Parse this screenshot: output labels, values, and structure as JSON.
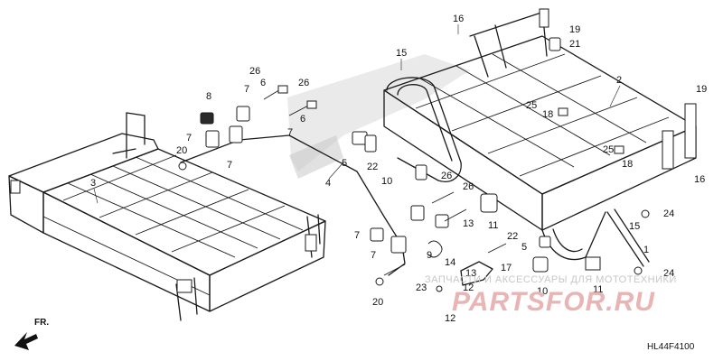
{
  "diagram": {
    "reference_code": "HL44F4100",
    "direction_label": "FR.",
    "watermark": {
      "top_text": "ЗАПЧАСТИ И АКСЕССУАРЫ ДЛЯ МОТОТЕХНИКИ",
      "logo_text": "PARTSFOR.RU",
      "color": "#e8b4b4"
    },
    "callouts": [
      {
        "id": "c16a",
        "label": "16"
      },
      {
        "id": "c19a",
        "label": "19"
      },
      {
        "id": "c21",
        "label": "21"
      },
      {
        "id": "c15a",
        "label": "15"
      },
      {
        "id": "c2",
        "label": "2"
      },
      {
        "id": "c26a",
        "label": "26"
      },
      {
        "id": "c26b",
        "label": "26"
      },
      {
        "id": "c7a",
        "label": "7"
      },
      {
        "id": "c6a",
        "label": "6"
      },
      {
        "id": "c8",
        "label": "8"
      },
      {
        "id": "c6b",
        "label": "6"
      },
      {
        "id": "c19b",
        "label": "19"
      },
      {
        "id": "c25a",
        "label": "25"
      },
      {
        "id": "c18a",
        "label": "18"
      },
      {
        "id": "c7b",
        "label": "7"
      },
      {
        "id": "c7c",
        "label": "7"
      },
      {
        "id": "c20a",
        "label": "20"
      },
      {
        "id": "c7d",
        "label": "7"
      },
      {
        "id": "c5a",
        "label": "5"
      },
      {
        "id": "c22a",
        "label": "22"
      },
      {
        "id": "c25b",
        "label": "25"
      },
      {
        "id": "c18b",
        "label": "18"
      },
      {
        "id": "c3",
        "label": "3"
      },
      {
        "id": "c4",
        "label": "4"
      },
      {
        "id": "c10a",
        "label": "10"
      },
      {
        "id": "c26c",
        "label": "26"
      },
      {
        "id": "c16b",
        "label": "16"
      },
      {
        "id": "c26d",
        "label": "26"
      },
      {
        "id": "c11a",
        "label": "11"
      },
      {
        "id": "c15b",
        "label": "15"
      },
      {
        "id": "c24a",
        "label": "24"
      },
      {
        "id": "c7e",
        "label": "7"
      },
      {
        "id": "c13a",
        "label": "13"
      },
      {
        "id": "c22b",
        "label": "22"
      },
      {
        "id": "c5b",
        "label": "5"
      },
      {
        "id": "c9",
        "label": "9"
      },
      {
        "id": "c1",
        "label": "1"
      },
      {
        "id": "c7f",
        "label": "7"
      },
      {
        "id": "c14",
        "label": "14"
      },
      {
        "id": "c17",
        "label": "17"
      },
      {
        "id": "c24b",
        "label": "24"
      },
      {
        "id": "c13b",
        "label": "13"
      },
      {
        "id": "c23",
        "label": "23"
      },
      {
        "id": "c12a",
        "label": "12"
      },
      {
        "id": "c10b",
        "label": "10"
      },
      {
        "id": "c11b",
        "label": "11"
      },
      {
        "id": "c20b",
        "label": "20"
      },
      {
        "id": "c12b",
        "label": "12"
      }
    ]
  }
}
